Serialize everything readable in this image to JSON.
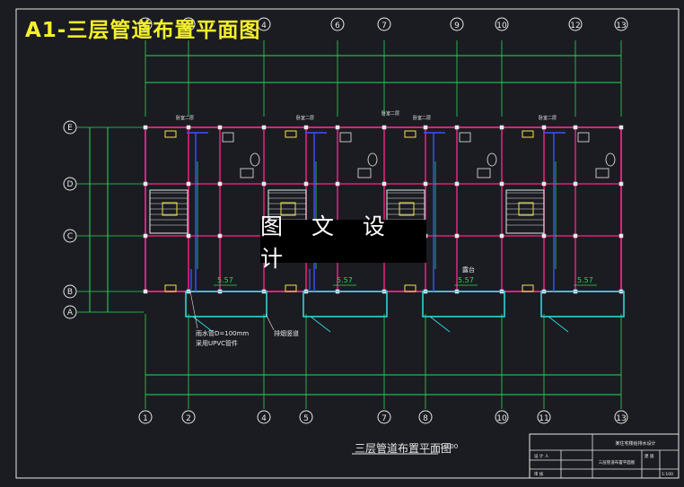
{
  "doc_title": "A1-三层管道布置平面图",
  "drawing_title": "三层管道布置平面图",
  "drawing_scale": "1:100",
  "watermark": "图 文 设 计",
  "axes_top": [
    "1",
    "2",
    "4",
    "6",
    "7",
    "9",
    "10",
    "12",
    "13"
  ],
  "axes_bottom": [
    "1",
    "2",
    "4",
    "5",
    "7",
    "8",
    "10",
    "11",
    "13"
  ],
  "axes_left": [
    "E",
    "D",
    "C",
    "B",
    "A"
  ],
  "elevations": [
    "5.57",
    "5.57",
    "5.57",
    "5.57"
  ],
  "room_labels": [
    "卧室二层",
    "卧室二层",
    "卧室二层",
    "卧室二层",
    "卧室二层"
  ],
  "roof_label": "露台",
  "pipe_note_1": "雨水管D=100mm",
  "pipe_note_2": "采用UPVC管件",
  "riser_note": "排烟竖道",
  "title_block": {
    "project_name": "某住宅楼给排水设计",
    "drawing_name": "三层管道布置平面图",
    "rows": [
      "设 计 人",
      "审 核"
    ],
    "sheet": "建 施",
    "scale_cell": "1:100"
  },
  "colors": {
    "background": "#1b1c21",
    "walls": "#e0207c",
    "axis_lines": "#27d85a",
    "cyan_lines": "#2fe0e6",
    "pipes": "#3a53ff",
    "fixtures": "#f0e64a",
    "text_white": "#e8e8e8",
    "title_yellow": "#f5f02a"
  }
}
